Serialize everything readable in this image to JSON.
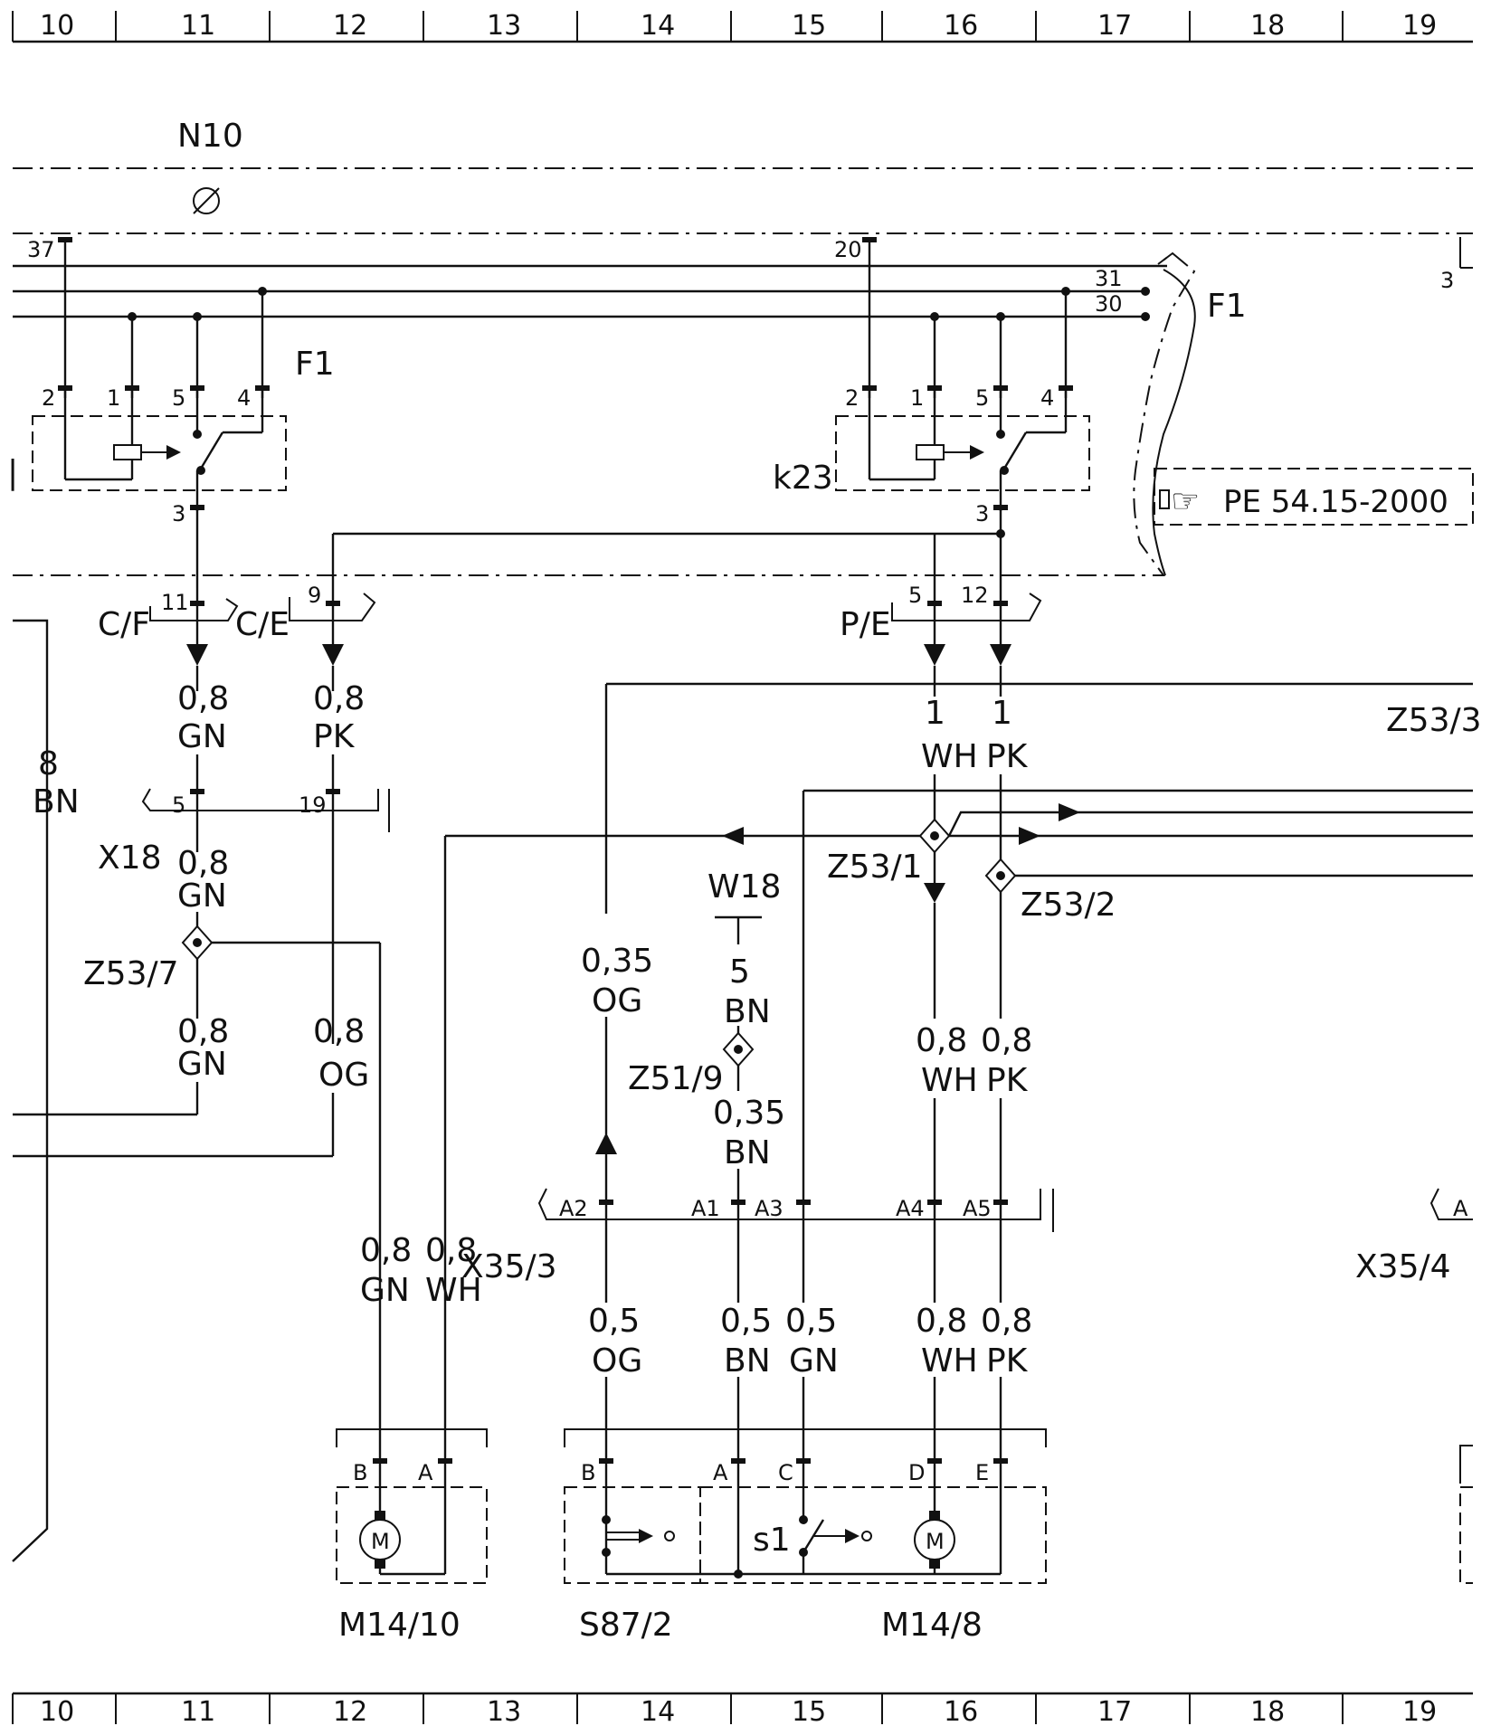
{
  "ruler": {
    "top": [
      "10",
      "11",
      "12",
      "13",
      "14",
      "15",
      "16",
      "17",
      "18",
      "19"
    ],
    "bottom": [
      "10",
      "11",
      "12",
      "13",
      "14",
      "15",
      "16",
      "17",
      "18",
      "19"
    ]
  },
  "components": {
    "n10": "N10",
    "f1_left": "F1",
    "f1_right": "F1",
    "k23": "k23",
    "x18": "X18",
    "x35_3": "X35/3",
    "x35_4": "X35/4",
    "w18": "W18",
    "m14_10": "M14/10",
    "s87_2": "S87/2",
    "m14_8": "M14/8",
    "s1": "s1",
    "ref_note": "PE 54.15-2000"
  },
  "connectors": {
    "c_f": "C/F",
    "c_e": "C/E",
    "p_e": "P/E"
  },
  "splices": {
    "z53_1": "Z53/1",
    "z53_2": "Z53/2",
    "z53_3": "Z53/3",
    "z53_7": "Z53/7",
    "z51_9": "Z51/9"
  },
  "pins": {
    "n10_37": "37",
    "n10_20": "20",
    "n10_3": "3",
    "bus_31": "31",
    "bus_30": "30",
    "relay_left": [
      "2",
      "1",
      "5",
      "4"
    ],
    "relay_left_out": "3",
    "relay_right": [
      "2",
      "1",
      "5",
      "4"
    ],
    "relay_right_out": "3",
    "cf_11": "11",
    "ce_9": "9",
    "pe_5": "5",
    "pe_12": "12",
    "x18_5": "5",
    "x18_19": "19",
    "x35": [
      "A2",
      "A1",
      "A3",
      "A4",
      "A5"
    ],
    "x35_4_pin": "A",
    "m14_10_pins": [
      "B",
      "A"
    ],
    "s87_pins": [
      "B",
      "A",
      "C"
    ],
    "m14_8_pins": [
      "D",
      "E"
    ],
    "motor": "M"
  },
  "wires": {
    "w_08_gn_a": {
      "size": "0,8",
      "color": "GN"
    },
    "w_08_pk_a": {
      "size": "0,8",
      "color": "PK"
    },
    "w_8_bn": {
      "size": "8",
      "color": "BN"
    },
    "w_1_wh": {
      "size": "1",
      "color": "WH"
    },
    "w_1_pk": {
      "size": "1",
      "color": "PK"
    },
    "w_08_gn_b": {
      "size": "0,8",
      "color": "GN"
    },
    "w_08_gn_c": {
      "size": "0,8",
      "color": "GN"
    },
    "w_08_og_a": {
      "size": "0,8",
      "color": "OG"
    },
    "w_035_og": {
      "size": "0,35",
      "color": "OG"
    },
    "w_5_bn": {
      "size": "5",
      "color": "BN"
    },
    "w_035_bn": {
      "size": "0,35",
      "color": "BN"
    },
    "w_08_wh_a": {
      "size": "0,8",
      "color": "WH"
    },
    "w_08_pk_b": {
      "size": "0,8",
      "color": "PK"
    },
    "w_08_gn_d": {
      "size": "0,8",
      "color": "GN"
    },
    "w_08_wh_b": {
      "size": "0,8",
      "color": "WH"
    },
    "w_05_og": {
      "size": "0,5",
      "color": "OG"
    },
    "w_05_bn": {
      "size": "0,5",
      "color": "BN"
    },
    "w_05_gn": {
      "size": "0,5",
      "color": "GN"
    },
    "w_08_wh_c": {
      "size": "0,8",
      "color": "WH"
    },
    "w_08_pk_c": {
      "size": "0,8",
      "color": "PK"
    }
  }
}
